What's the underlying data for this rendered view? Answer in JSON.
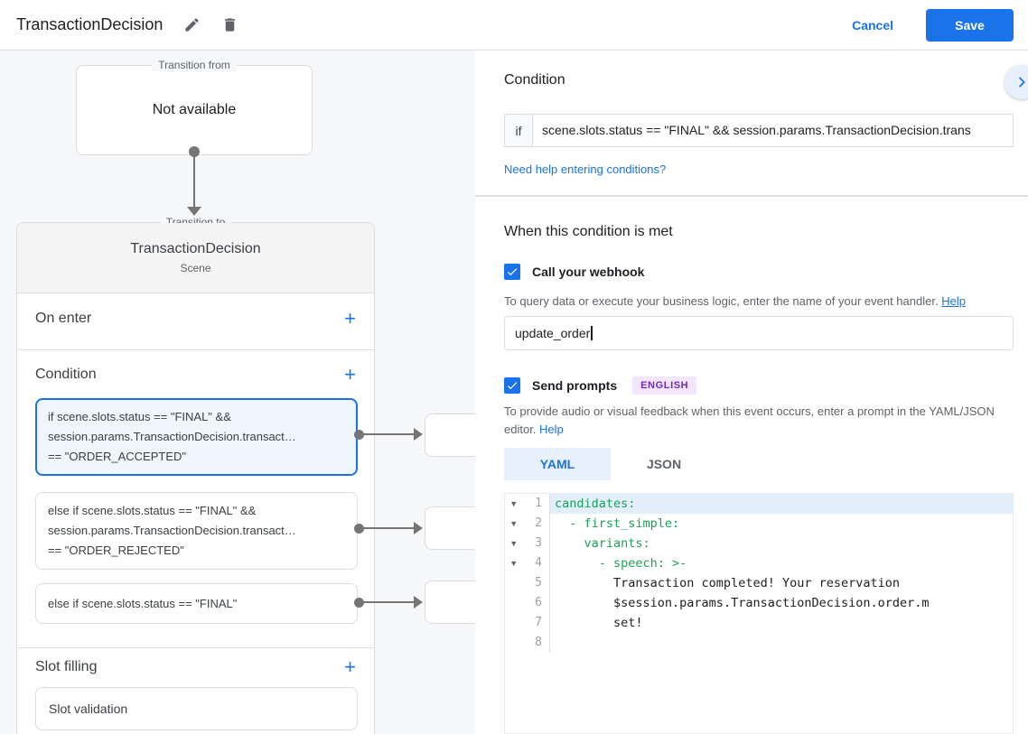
{
  "header": {
    "title": "TransactionDecision",
    "cancel_label": "Cancel",
    "save_label": "Save"
  },
  "canvas": {
    "transition_from": {
      "label": "Transition from",
      "value": "Not available"
    },
    "transition_to": {
      "label": "Transition to",
      "title": "TransactionDecision",
      "subtitle": "Scene",
      "on_enter_label": "On enter",
      "condition_label": "Condition",
      "slot_filling_label": "Slot filling",
      "condition_cards": [
        {
          "selected": true,
          "lines": [
            "if scene.slots.status == \"FINAL\" &&",
            "session.params.TransactionDecision.transact…",
            "== \"ORDER_ACCEPTED\""
          ]
        },
        {
          "selected": false,
          "lines": [
            "else if scene.slots.status == \"FINAL\" &&",
            "session.params.TransactionDecision.transact…",
            "== \"ORDER_REJECTED\""
          ]
        },
        {
          "selected": false,
          "lines": [
            "else if scene.slots.status == \"FINAL\""
          ]
        }
      ],
      "slot_card_label": "Slot validation"
    }
  },
  "panel": {
    "title": "Condition",
    "if_label": "if",
    "if_value": "scene.slots.status == \"FINAL\" && session.params.TransactionDecision.trans",
    "help_link": "Need help entering conditions?",
    "when_met_title": "When this condition is met",
    "webhook": {
      "label": "Call your webhook",
      "checked": true,
      "helper_text": "To query data or execute your business logic, enter the name of your event handler.",
      "helper_link": "Help",
      "input_value": "update_order"
    },
    "prompts": {
      "label": "Send prompts",
      "checked": true,
      "badge": "ENGLISH",
      "helper_text": "To provide audio or visual feedback when this event occurs, enter a prompt in the YAML/JSON editor.",
      "helper_link": "Help",
      "tabs": {
        "yaml": "YAML",
        "json": "JSON"
      },
      "active_tab": "YAML"
    },
    "editor": {
      "language": "yaml",
      "key_color": "#1ba158",
      "lines": [
        {
          "number": 1,
          "fold": true,
          "active": true,
          "type": "key",
          "text": "candidates:"
        },
        {
          "number": 2,
          "fold": true,
          "active": false,
          "type": "key",
          "text": "  - first_simple:"
        },
        {
          "number": 3,
          "fold": true,
          "active": false,
          "type": "key",
          "text": "    variants:"
        },
        {
          "number": 4,
          "fold": true,
          "active": false,
          "type": "key",
          "text": "      - speech: >-"
        },
        {
          "number": 5,
          "fold": false,
          "active": false,
          "type": "plain",
          "text": "        Transaction completed! Your reservation"
        },
        {
          "number": 6,
          "fold": false,
          "active": false,
          "type": "plain",
          "text": "        $session.params.TransactionDecision.order.m"
        },
        {
          "number": 7,
          "fold": false,
          "active": false,
          "type": "plain",
          "text": "        set!"
        },
        {
          "number": 8,
          "fold": false,
          "active": false,
          "type": "plain",
          "text": ""
        }
      ]
    }
  },
  "colors": {
    "accent_blue": "#1a73e8",
    "light_blue_bg": "#e8f0fe",
    "selected_card_bg": "#f0f6fe",
    "badge_bg": "#f2e7fe",
    "badge_text": "#7627bb",
    "code_key_green": "#1ba158",
    "active_line_bg": "#e3eefb"
  }
}
